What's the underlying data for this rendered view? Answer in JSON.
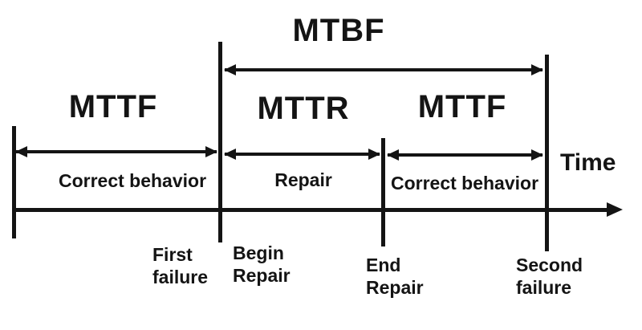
{
  "labels": {
    "mtbf": "MTBF",
    "mttf_left": "MTTF",
    "mttr": "MTTR",
    "mttf_right": "MTTF",
    "correct_behavior_left": "Correct behavior",
    "repair": "Repair",
    "correct_behavior_right": "Correct behavior",
    "time": "Time"
  },
  "events": {
    "first_failure": {
      "line1": "First",
      "line2": "failure"
    },
    "begin_repair": {
      "line1": "Begin",
      "line2": "Repair"
    },
    "end_repair": {
      "line1": "End",
      "line2": "Repair"
    },
    "second_failure": {
      "line1": "Second",
      "line2": "failure"
    }
  },
  "colors": {
    "ink": "#141414",
    "background": "#ffffff"
  }
}
